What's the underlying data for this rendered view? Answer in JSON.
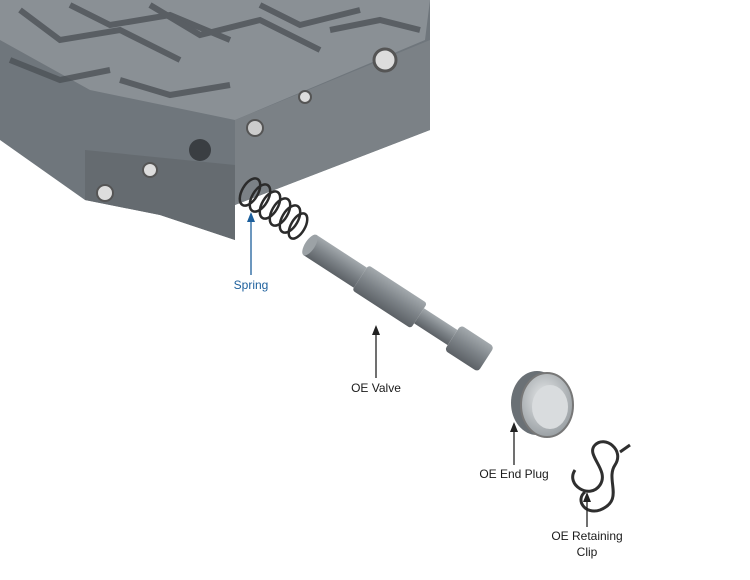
{
  "labels": {
    "spring": "Spring",
    "oe_valve": "OE Valve",
    "oe_end_plug": "OE End Plug",
    "oe_retaining_clip_line1": "OE Retaining",
    "oe_retaining_clip_line2": "Clip"
  },
  "colors": {
    "spring_label": "#1c5f9c",
    "label": "#1a1a1a",
    "casting": "#6f767c",
    "valve": "#80868b"
  }
}
